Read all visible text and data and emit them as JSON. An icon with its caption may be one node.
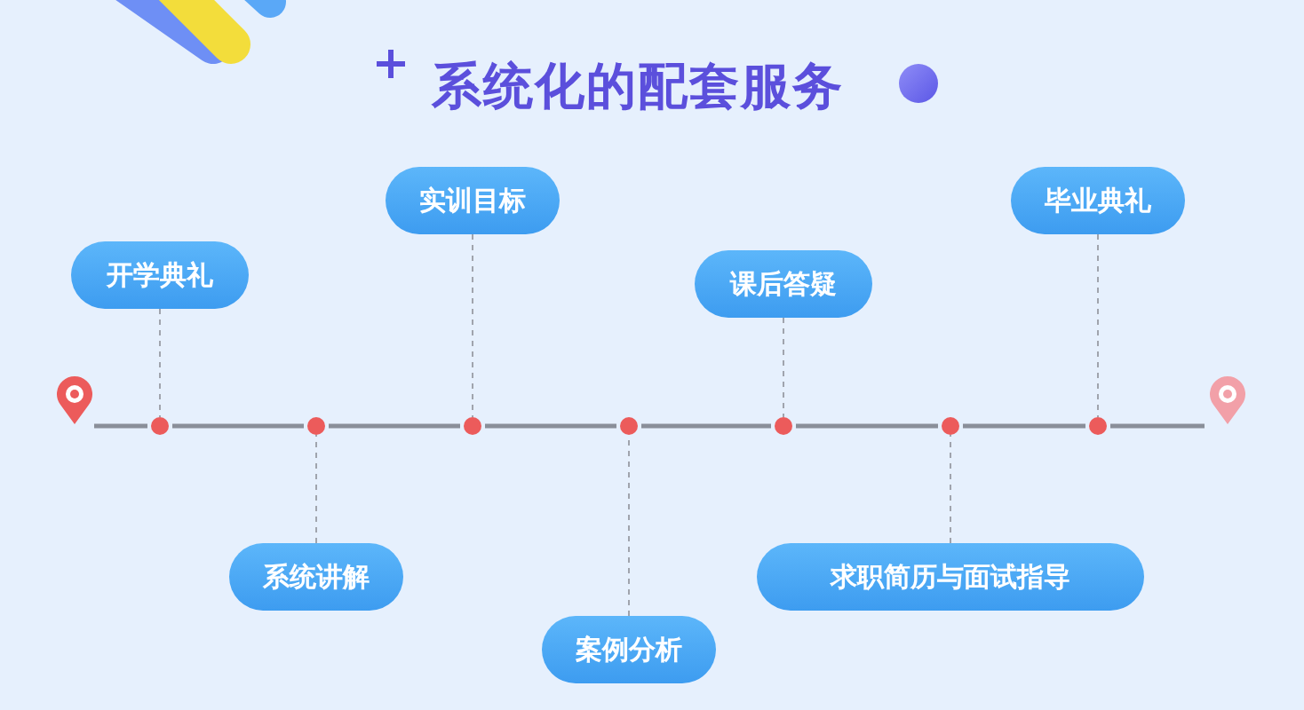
{
  "diagram": {
    "title": "系统化的配套服务",
    "nodes": [
      {
        "text": [
          "开学典礼"
        ]
      },
      {
        "text": [
          "系统讲解"
        ]
      },
      {
        "text": [
          "实训目标"
        ]
      },
      {
        "text": [
          "案例分析"
        ]
      },
      {
        "text": [
          "课后答疑"
        ]
      },
      {
        "text": [
          "求职简历与面试指导"
        ]
      },
      {
        "text": [
          "毕业典礼"
        ]
      },
      {
        "text": [],
        "shape": "pin"
      },
      {
        "text": [],
        "shape": "circle"
      },
      {
        "text": [],
        "shape": "circle"
      },
      {
        "text": [],
        "shape": "circle"
      },
      {
        "text": [],
        "shape": "circle"
      },
      {
        "text": [],
        "shape": "circle"
      },
      {
        "text": [],
        "shape": "circle"
      },
      {
        "text": [],
        "shape": "circle"
      },
      {
        "text": [],
        "shape": "pin"
      }
    ],
    "edges": [
      {
        "from": 0,
        "to": 8,
        "arrow": "none",
        "style": "dashed"
      },
      {
        "from": 1,
        "to": 9,
        "arrow": "none",
        "style": "dashed"
      },
      {
        "from": 2,
        "to": 10,
        "arrow": "none",
        "style": "dashed"
      },
      {
        "from": 3,
        "to": 11,
        "arrow": "none",
        "style": "dashed"
      },
      {
        "from": 4,
        "to": 12,
        "arrow": "none",
        "style": "dashed"
      },
      {
        "from": 5,
        "to": 13,
        "arrow": "none",
        "style": "dashed"
      },
      {
        "from": 6,
        "to": 14,
        "arrow": "none",
        "style": "dashed"
      },
      {
        "from": 7,
        "to": 8,
        "arrow": "none"
      },
      {
        "from": 8,
        "to": 9,
        "arrow": "none"
      },
      {
        "from": 9,
        "to": 10,
        "arrow": "none"
      },
      {
        "from": 10,
        "to": 11,
        "arrow": "none"
      },
      {
        "from": 11,
        "to": 12,
        "arrow": "none"
      },
      {
        "from": 12,
        "to": 13,
        "arrow": "none"
      },
      {
        "from": 13,
        "to": 14,
        "arrow": "none"
      },
      {
        "from": 14,
        "to": 15,
        "arrow": "none"
      }
    ]
  }
}
